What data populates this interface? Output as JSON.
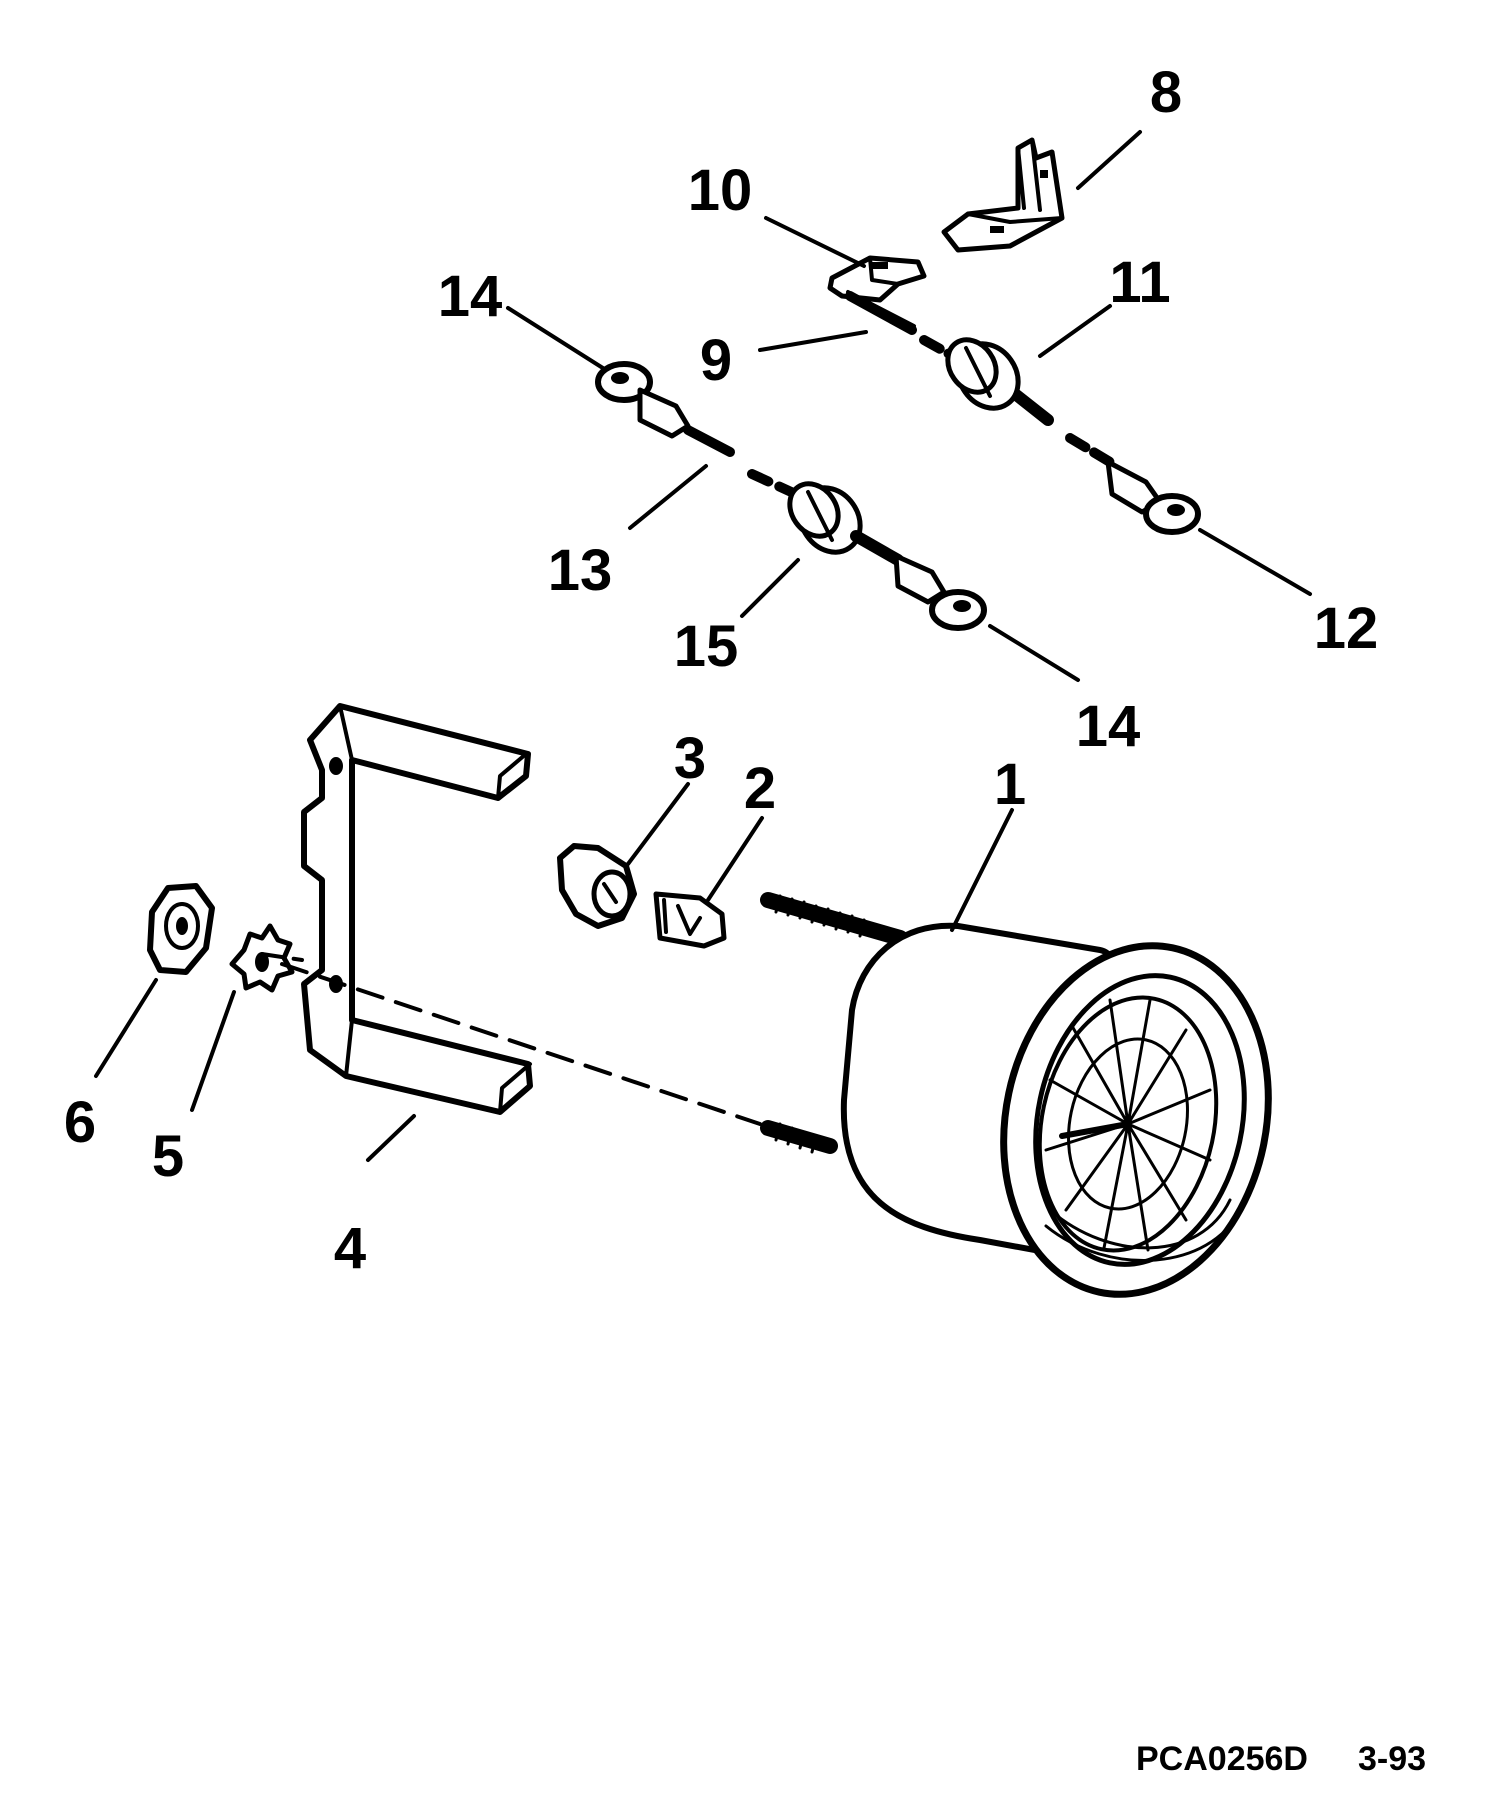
{
  "callouts": {
    "c1": "1",
    "c2": "2",
    "c3": "3",
    "c4": "4",
    "c5": "5",
    "c6": "6",
    "c8": "8",
    "c9": "9",
    "c10": "10",
    "c11": "11",
    "c12": "12",
    "c13": "13",
    "c14a": "14",
    "c14b": "14",
    "c15": "15"
  },
  "footer": {
    "part_code": "PCA0256D",
    "date_code": "3-93"
  }
}
